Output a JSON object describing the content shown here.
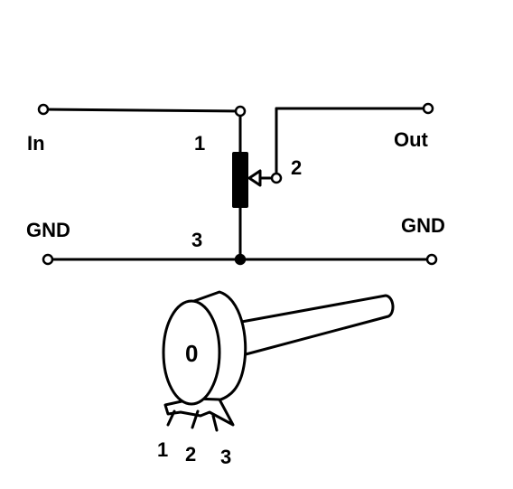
{
  "schematic": {
    "input_label": "In",
    "output_label": "Out",
    "gnd_left_label": "GND",
    "gnd_right_label": "GND",
    "pin1_label": "1",
    "pin2_label": "2",
    "pin3_label": "3"
  },
  "potentiometer": {
    "dial_label": "0",
    "pin1_label": "1",
    "pin2_label": "2",
    "pin3_label": "3"
  },
  "colors": {
    "ink": "#000000",
    "background": "#ffffff"
  }
}
